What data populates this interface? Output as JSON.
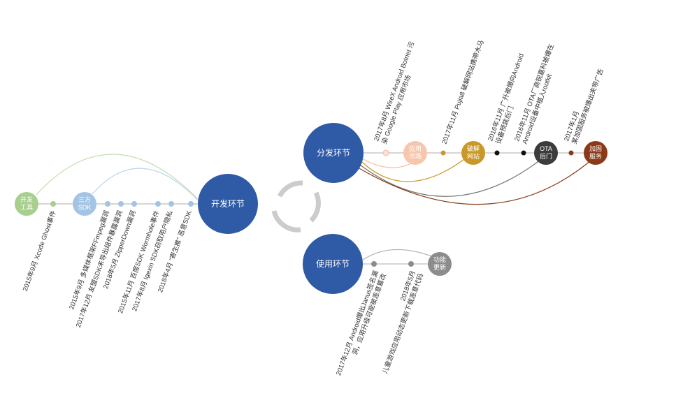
{
  "hubs": {
    "dev": "开发环节",
    "dist": "分发环节",
    "use": "使用环节"
  },
  "dev_nodes": {
    "tools": [
      "开发",
      "工具"
    ],
    "sdk": [
      "三方",
      "SDK"
    ]
  },
  "dev_events": [
    [
      "2015年9月 Xcode Ghost事件"
    ],
    [
      "2015年9月 多媒体框架FFmpeg漏洞"
    ],
    [
      "2017年12月 友盟SDK未导出组件暴露漏洞"
    ],
    [
      "2018年5月 ZipperDown漏洞"
    ],
    [
      "2015年11月 百度SDK  Wormhole事件"
    ],
    [
      "2017年8月 Igexin SDK窃取用户隐私"
    ],
    [
      "2018年4月 “寄生推” 恶意SDK"
    ]
  ],
  "dist_nodes": {
    "market": [
      "应用",
      "市场"
    ],
    "crack": [
      "破解",
      "网站"
    ],
    "ota": [
      "OTA",
      "后门"
    ],
    "packer": [
      "加固",
      "服务"
    ]
  },
  "dist_events": [
    [
      "2017年8月 WireX Android Botnet 污",
      "染 Google Play 应用市场"
    ],
    [
      "2017年11月 Pujia8 破解网站携带木马"
    ],
    [
      "2016年11月 广升被爆向Android",
      "设备预装后门"
    ],
    [
      "2016年11月 OTA厂商锐嘉科被爆在",
      "Android设备中植入rootkit"
    ],
    [
      "2017年1月",
      "某加固服务被爆出夹带广告"
    ]
  ],
  "use_nodes": {
    "update": [
      "功能",
      "更新"
    ]
  },
  "use_events": [
    [
      "2017年12月 Android爆出Janus签名漏",
      "洞，应用升级可能被恶意篡改"
    ],
    [
      "2018年5月",
      "儿童游戏应用动态更新下载恶意代码"
    ]
  ],
  "colors": {
    "hub": "#2e5aa6",
    "tools": "#a8cf8e",
    "sdk": "#a4c4e4",
    "market": "#f7c7ad",
    "crack": "#c9982a",
    "ota": "#3c3c3c",
    "packer": "#8a3a18",
    "update": "#8c8c8c"
  }
}
